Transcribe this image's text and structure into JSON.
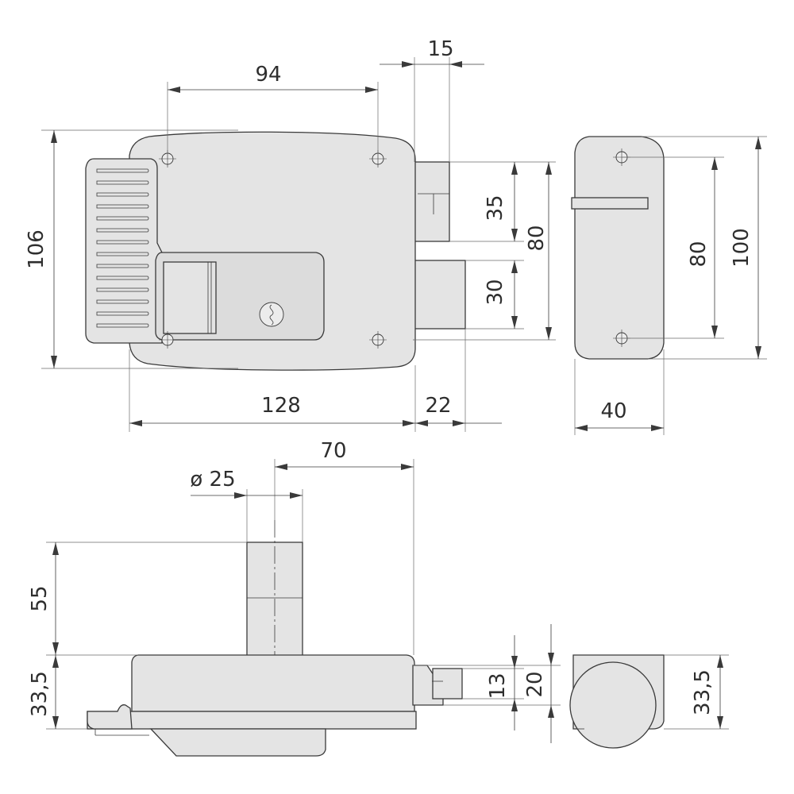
{
  "dimensions": {
    "top_hole_spacing": "94",
    "bolt_thickness": "15",
    "body_height": "106",
    "latch_height": "35",
    "bolts_span": "80",
    "deadbolt_height": "30",
    "body_width": "128",
    "bolt_projection": "22",
    "keeper_hole_spacing": "80",
    "keeper_height": "100",
    "keeper_width": "40",
    "cylinder_offset": "70",
    "cylinder_diameter": "ø 25",
    "cylinder_length": "55",
    "body_depth": "33,5",
    "bolt_depth_13": "13",
    "bolt_depth_20": "20",
    "keeper_depth": "33,5"
  },
  "colors": {
    "part_fill": "#e4e4e4",
    "line": "#3a3a3a",
    "background": "#ffffff"
  }
}
